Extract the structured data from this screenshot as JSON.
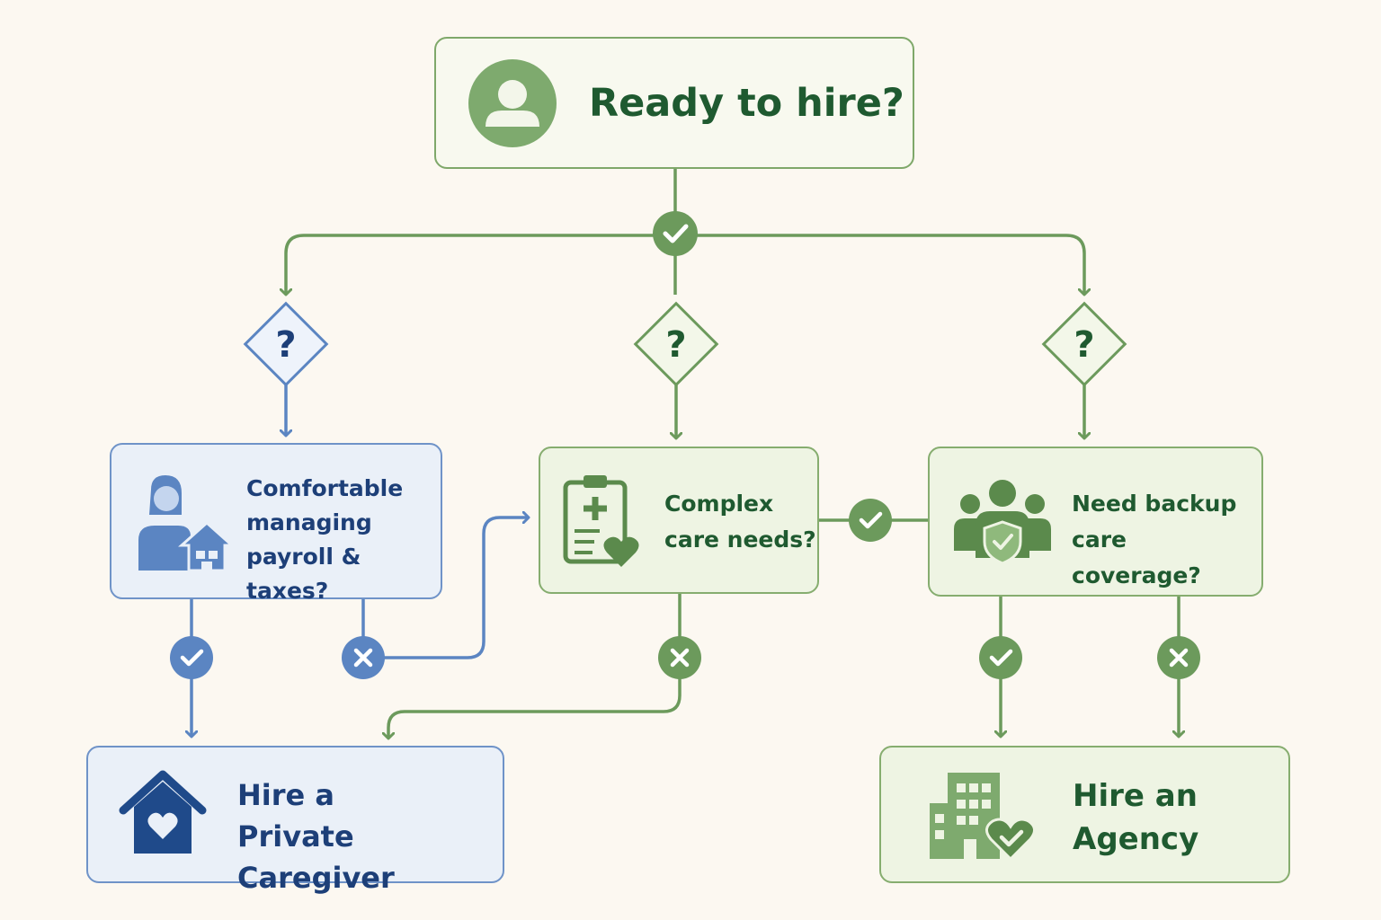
{
  "start": {
    "label": "Ready to hire?",
    "icon": "user-icon"
  },
  "questions": {
    "payroll": {
      "label": "Comfortable\nmanaging\npayroll & taxes?",
      "icon": "caregiver-home-icon"
    },
    "complex": {
      "label": "Complex\ncare needs?",
      "icon": "medical-clipboard-icon"
    },
    "backup": {
      "label": "Need backup\ncare coverage?",
      "icon": "team-shield-icon"
    }
  },
  "decision_marker": {
    "symbol": "?",
    "icon": "question-diamond-icon"
  },
  "outcomes": {
    "private": {
      "label": "Hire a\nPrivate Caregiver",
      "icon": "house-heart-icon"
    },
    "agency": {
      "label": "Hire an\nAgency",
      "icon": "building-heart-icon"
    }
  },
  "connector_badges": {
    "yes": "check-icon",
    "no": "x-icon"
  },
  "colors": {
    "background": "#fcf8f1",
    "blue_accent": "#5b85c2",
    "blue_text": "#1d3f78",
    "green_accent": "#6c9a5c",
    "green_text": "#1f5a30"
  }
}
